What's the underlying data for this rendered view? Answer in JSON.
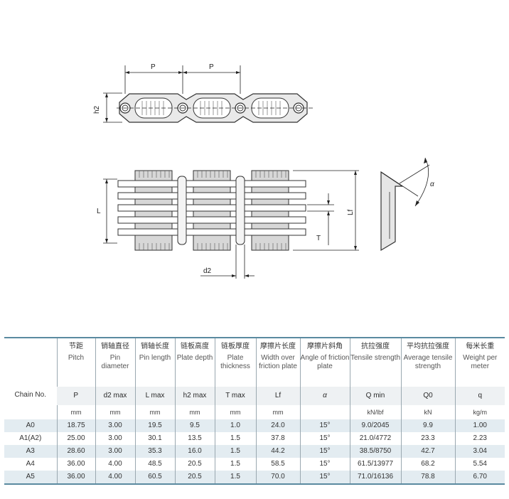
{
  "diagram": {
    "label_p1": "P",
    "label_p2": "P",
    "label_h2": "h2",
    "label_L": "L",
    "label_Lf": "Lf",
    "label_T": "T",
    "label_d2": "d2",
    "label_alpha": "α"
  },
  "table": {
    "chain_no_label": "Chain No.",
    "columns": [
      {
        "cn": "节距",
        "en": "Pitch",
        "sym": "P",
        "unit": "mm"
      },
      {
        "cn": "销轴直径",
        "en": "Pin diameter",
        "sym": "d2 max",
        "unit": "mm"
      },
      {
        "cn": "销轴长度",
        "en": "Pin length",
        "sym": "L max",
        "unit": "mm"
      },
      {
        "cn": "链板高度",
        "en": "Plate depth",
        "sym": "h2 max",
        "unit": "mm"
      },
      {
        "cn": "链板厚度",
        "en": "Plate thickness",
        "sym": "T max",
        "unit": "mm"
      },
      {
        "cn": "摩擦片长度",
        "en": "Width over friction plate",
        "sym": "Lf",
        "unit": "mm"
      },
      {
        "cn": "摩擦片斜角",
        "en": "Angle of friction plate",
        "sym": "α",
        "unit": ""
      },
      {
        "cn": "抗拉强度",
        "en": "Tensile strength",
        "sym": "Q min",
        "unit": "kN/lbf"
      },
      {
        "cn": "平均抗拉强度",
        "en": "Average tensile strength",
        "sym": "Q0",
        "unit": "kN"
      },
      {
        "cn": "每米长重",
        "en": "Weight per meter",
        "sym": "q",
        "unit": "kg/m"
      }
    ],
    "rows": [
      {
        "name": "A0",
        "values": [
          "18.75",
          "3.00",
          "19.5",
          "9.5",
          "1.0",
          "24.0",
          "15°",
          "9.0/2045",
          "9.9",
          "1.00"
        ]
      },
      {
        "name": "A1(A2)",
        "values": [
          "25.00",
          "3.00",
          "30.1",
          "13.5",
          "1.5",
          "37.8",
          "15°",
          "21.0/4772",
          "23.3",
          "2.23"
        ]
      },
      {
        "name": "A3",
        "values": [
          "28.60",
          "3.00",
          "35.3",
          "16.0",
          "1.5",
          "44.2",
          "15°",
          "38.5/8750",
          "42.7",
          "3.04"
        ]
      },
      {
        "name": "A4",
        "values": [
          "36.00",
          "4.00",
          "48.5",
          "20.5",
          "1.5",
          "58.5",
          "15°",
          "61.5/13977",
          "68.2",
          "5.54"
        ]
      },
      {
        "name": "A5",
        "values": [
          "36.00",
          "4.00",
          "60.5",
          "20.5",
          "1.5",
          "70.0",
          "15°",
          "71.0/16136",
          "78.8",
          "6.70"
        ]
      }
    ]
  }
}
